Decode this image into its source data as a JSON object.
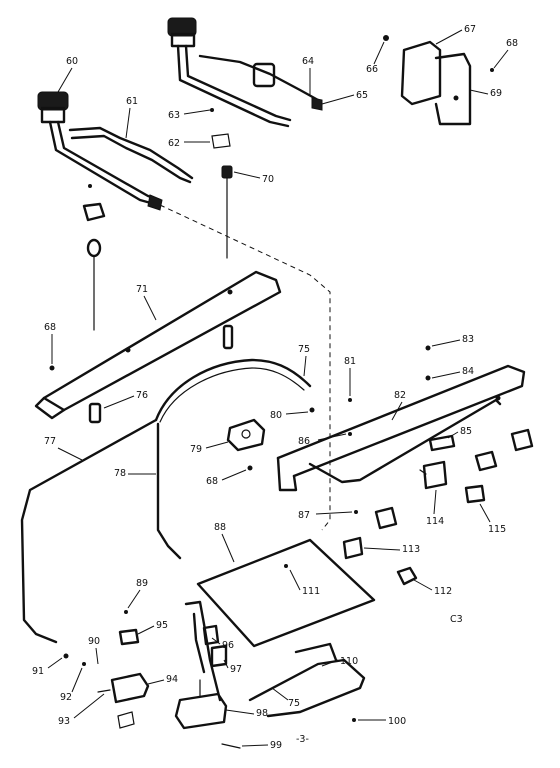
{
  "labels": {
    "p60": "60",
    "p61": "61",
    "p62": "62",
    "p63": "63",
    "p64": "64",
    "p65": "65",
    "p66": "66",
    "p67": "67",
    "p68a": "68",
    "p69": "69",
    "p70": "70",
    "p71": "71",
    "p68b": "68",
    "p75a": "75",
    "p76": "76",
    "p77": "77",
    "p78": "78",
    "p79": "79",
    "p80": "80",
    "p81": "81",
    "p82": "82",
    "p83": "83",
    "p84": "84",
    "p85": "85",
    "p86": "86",
    "p68c": "68",
    "p87": "87",
    "p88": "88",
    "p89": "89",
    "p90": "90",
    "p91": "91",
    "p92": "92",
    "p93": "93",
    "p94": "94",
    "p95": "95",
    "p96": "96",
    "p97": "97",
    "p98": "98",
    "p99": "99",
    "p100": "100",
    "p110": "110",
    "p111": "111",
    "p112": "112",
    "p113": "113",
    "p114": "114",
    "p115": "115",
    "p75b": "75"
  },
  "page_code": "C3",
  "page_number": "-3-"
}
